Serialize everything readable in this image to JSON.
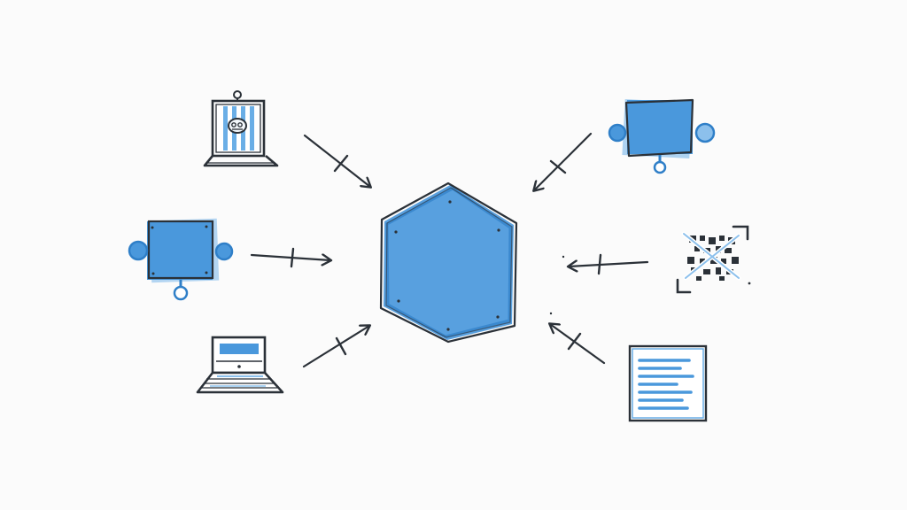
{
  "diagram": {
    "hub": {
      "shape": "hexagon",
      "icon": "hexagon-hub-icon"
    },
    "nodes": [
      {
        "id": "laptop-top-left",
        "icon": "laptop-with-bug-screen-icon",
        "arrow_direction": "inward"
      },
      {
        "id": "puzzle-left",
        "icon": "puzzle-piece-icon",
        "arrow_direction": "inward"
      },
      {
        "id": "laptop-bottom-left",
        "icon": "laptop-icon",
        "arrow_direction": "inward"
      },
      {
        "id": "puzzle-top-right",
        "icon": "puzzle-piece-icon",
        "arrow_direction": "inward"
      },
      {
        "id": "qr-right",
        "icon": "qr-code-scan-icon",
        "arrow_direction": "inward"
      },
      {
        "id": "document-bottom-right",
        "icon": "document-icon",
        "arrow_direction": "inward"
      }
    ]
  },
  "colors": {
    "background": "#fbfbfb",
    "ink": "#2b3138",
    "blue_fill": "#4a98dc",
    "blue_light": "#8cc0ec",
    "blue_stroke": "#2f7fc8"
  }
}
